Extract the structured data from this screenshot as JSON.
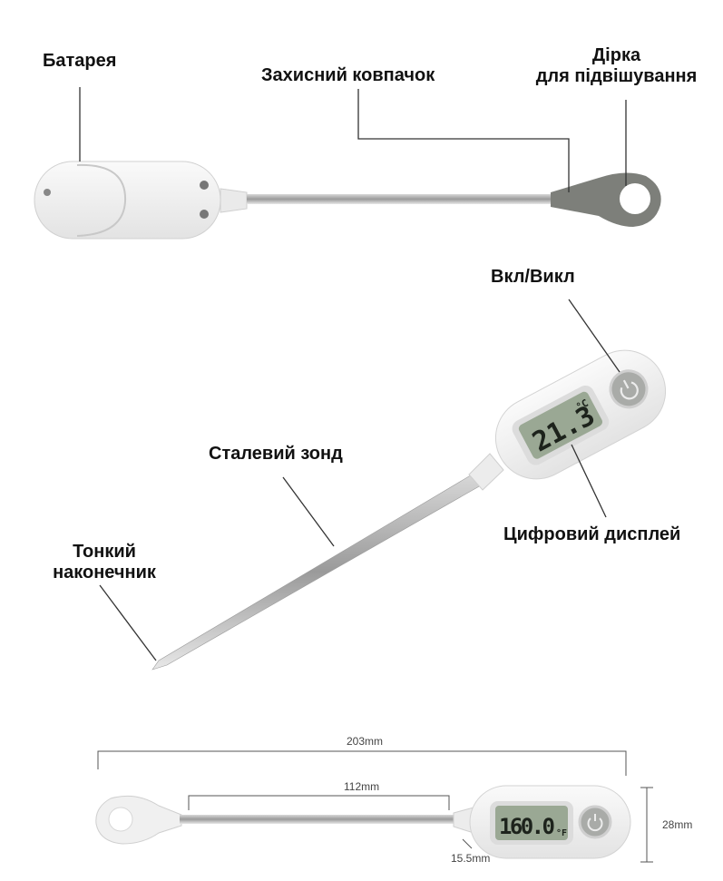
{
  "labels": {
    "battery": "Батарея",
    "protective_cap": "Захисний ковпачок",
    "hanging_hole_line1": "Дірка",
    "hanging_hole_line2": "для підвішування",
    "power": "Вкл/Викл",
    "steel_probe": "Сталевий зонд",
    "digital_display": "Цифровий дисплей",
    "thin_tip_line1": "Тонкий",
    "thin_tip_line2": "наконечник"
  },
  "dimensions": {
    "total_length": "203mm",
    "probe_length": "112mm",
    "height": "28mm",
    "tip_thickness": "15.5mm"
  },
  "displays": {
    "middle_reading": "21.3",
    "middle_unit": "°C",
    "bottom_reading": "160.0",
    "bottom_unit": "°F"
  },
  "colors": {
    "body": "#f2f2f2",
    "cap_gray": "#7d7f7a",
    "lcd_bg": "#9aa894",
    "lcd_digits": "#1d231c",
    "button_gray": "#a9aba8"
  }
}
